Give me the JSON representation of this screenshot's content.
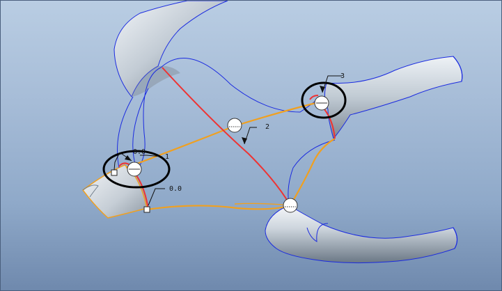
{
  "annotations": {
    "callout_1": "1",
    "callout_2": "2",
    "callout_3": "3",
    "dim_top": "0.0",
    "dim_bottom": "0.0"
  },
  "colors": {
    "surface_light": "#e9eef3",
    "surface_mid": "#b8c3cd",
    "surface_dark": "#6f7d8a",
    "edge_blue": "#1a2ae0",
    "curve_orange": "#f0a020",
    "curve_red": "#ee3333",
    "highlight_black": "#000000"
  }
}
